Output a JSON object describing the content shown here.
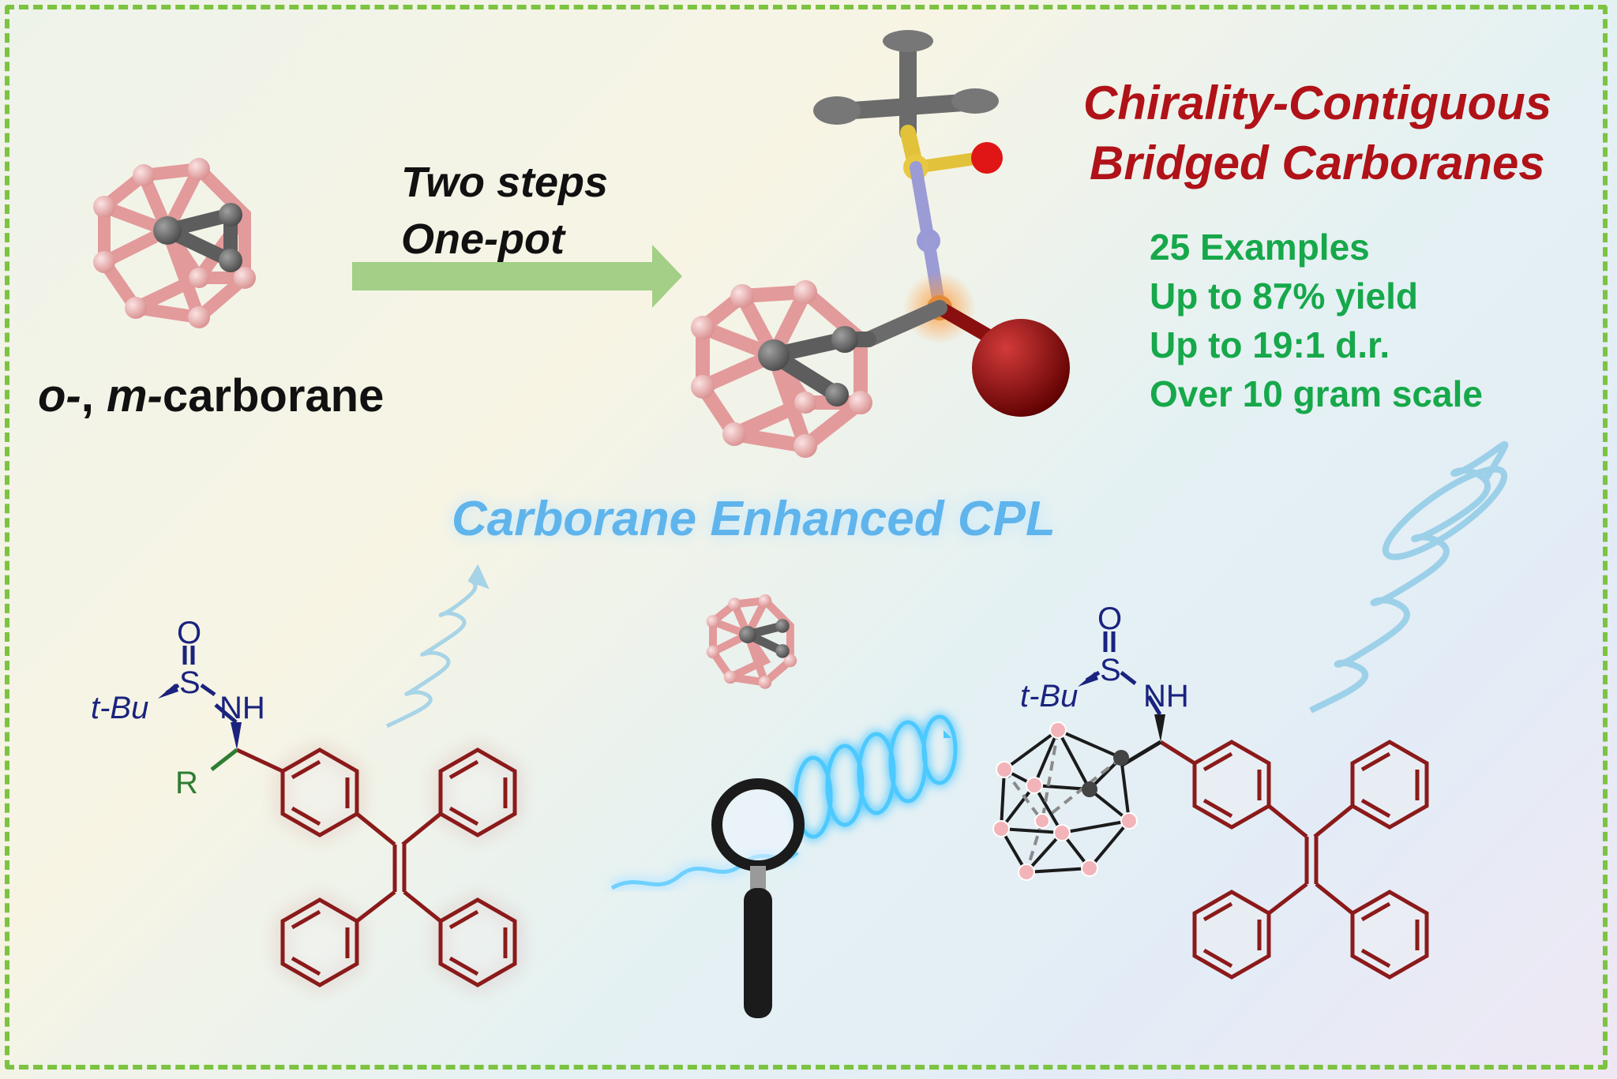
{
  "start_label": {
    "prefix_o": "o-",
    "sep": ", ",
    "prefix_m": "m-",
    "name": "carborane"
  },
  "arrow_labels": [
    "Two steps",
    "One-pot"
  ],
  "title_lines": [
    "Chirality-Contiguous",
    "Bridged Carboranes"
  ],
  "stats": [
    "25 Examples",
    "Up to 87% yield",
    "Up to 19:1 d.r.",
    "Over 10 gram scale"
  ],
  "cpl_title": "Carborane Enhanced CPL",
  "left_structure": {
    "o_atom": "O",
    "s_atom": "S",
    "tbu": "t-Bu",
    "nh": "NH",
    "r_group": "R"
  },
  "right_structure": {
    "o_atom": "O",
    "s_atom": "S",
    "tbu": "t-Bu",
    "nh": "NH"
  },
  "colors": {
    "title": "#b01218",
    "stats": "#16a84a",
    "cpl": "#5fb4ec",
    "frame": "#7cc341",
    "structure": "#8b1a1a",
    "sulfinyl": "#1a237e",
    "boron": "#e8a8a8",
    "carbon": "#6a6a6a"
  }
}
